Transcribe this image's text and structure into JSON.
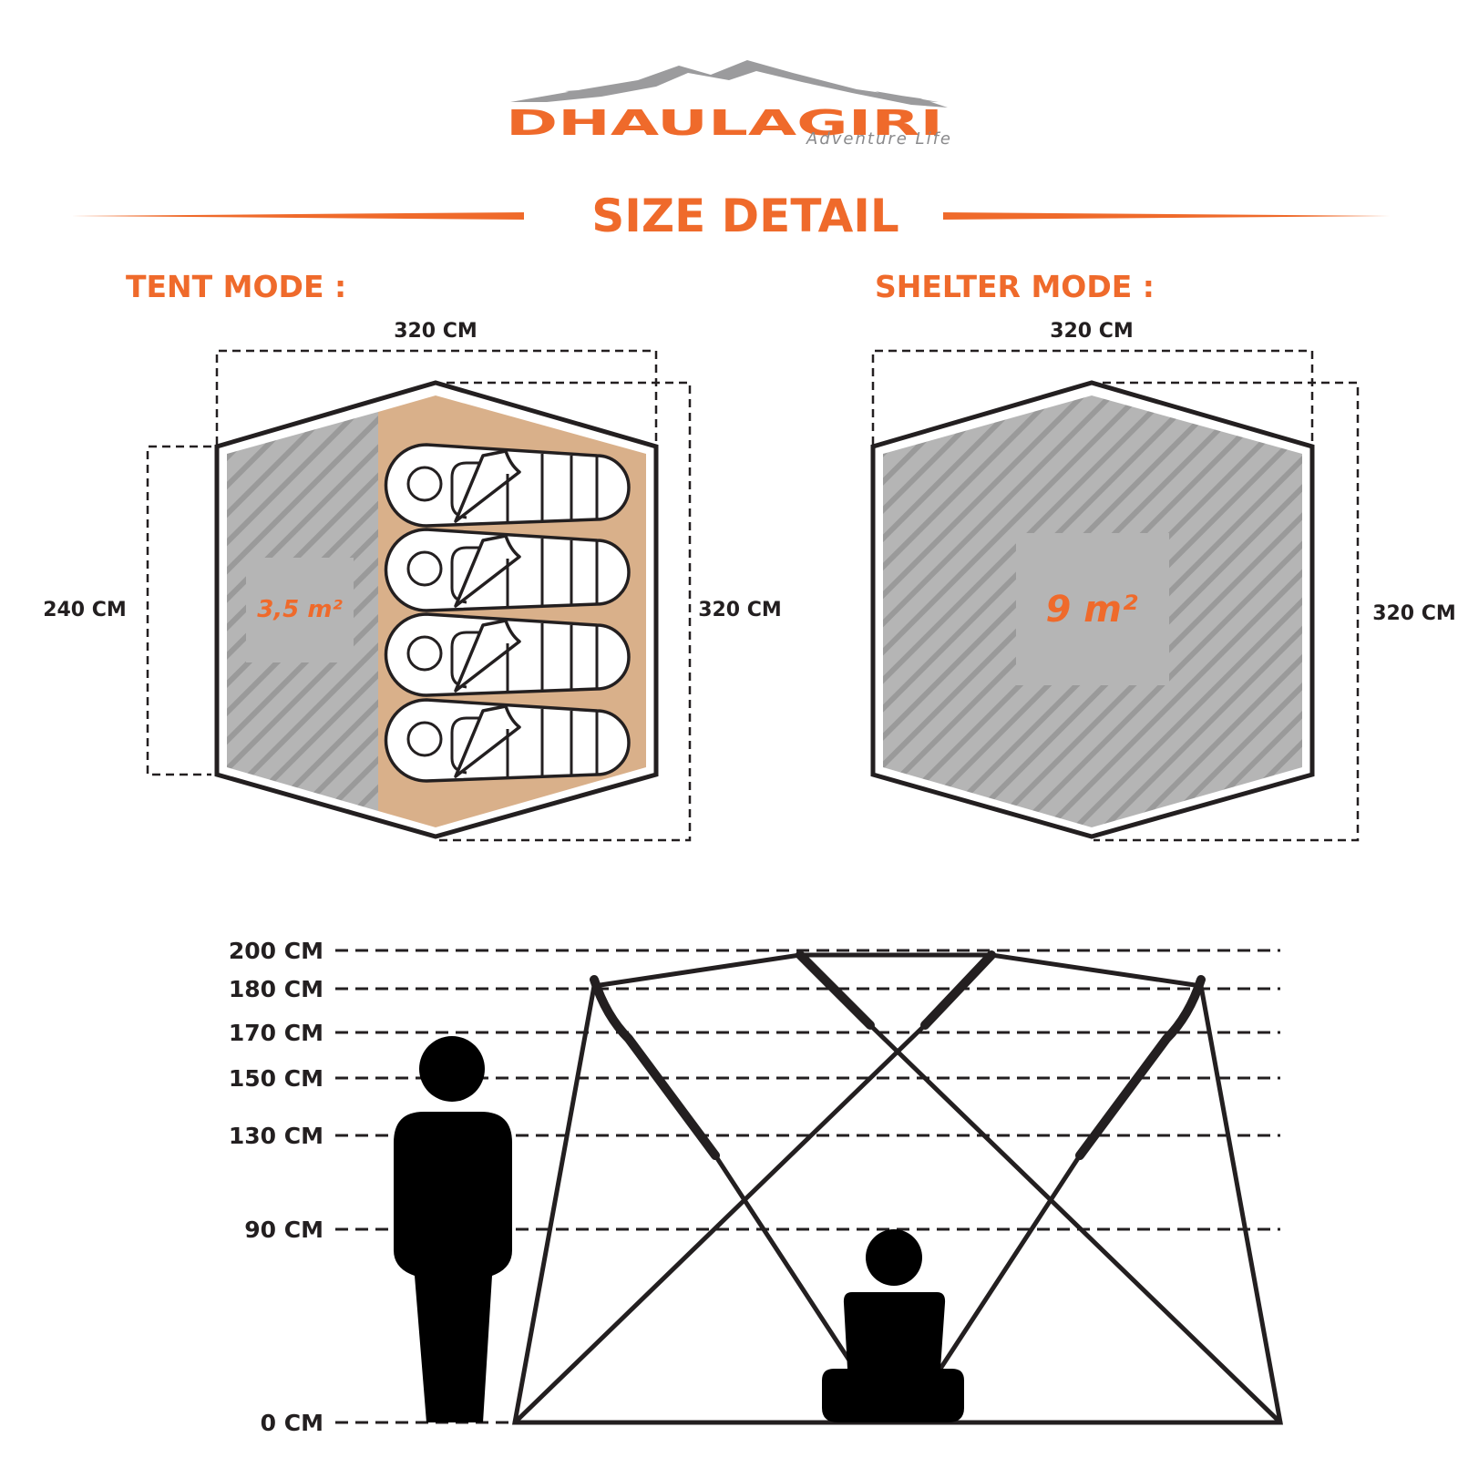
{
  "logo": {
    "brand": "DHAULAGIRI",
    "tagline": "Adventure Life"
  },
  "title": "SIZE DETAIL",
  "colors": {
    "accent": "#EF6A2B",
    "sleep_area": "#D9B08A",
    "floor": "#B5B5B5",
    "hatch": "#9A9A9A"
  },
  "tent_mode": {
    "heading": "TENT MODE :",
    "width_label": "320 CM",
    "depth_label": "320 CM",
    "side_label": "240 CM",
    "area": "3,5 m²",
    "sleeping_bags": 4
  },
  "shelter_mode": {
    "heading": "SHELTER MODE :",
    "width_label": "320 CM",
    "depth_label": "320 CM",
    "area": "9 m²"
  },
  "height_scale": {
    "levels": [
      {
        "value": 200,
        "label": "200 CM"
      },
      {
        "value": 180,
        "label": "180 CM"
      },
      {
        "value": 170,
        "label": "170 CM"
      },
      {
        "value": 150,
        "label": "150 CM"
      },
      {
        "value": 130,
        "label": "130 CM"
      },
      {
        "value": 90,
        "label": "90 CM"
      },
      {
        "value": 0,
        "label": "0 CM"
      }
    ]
  }
}
